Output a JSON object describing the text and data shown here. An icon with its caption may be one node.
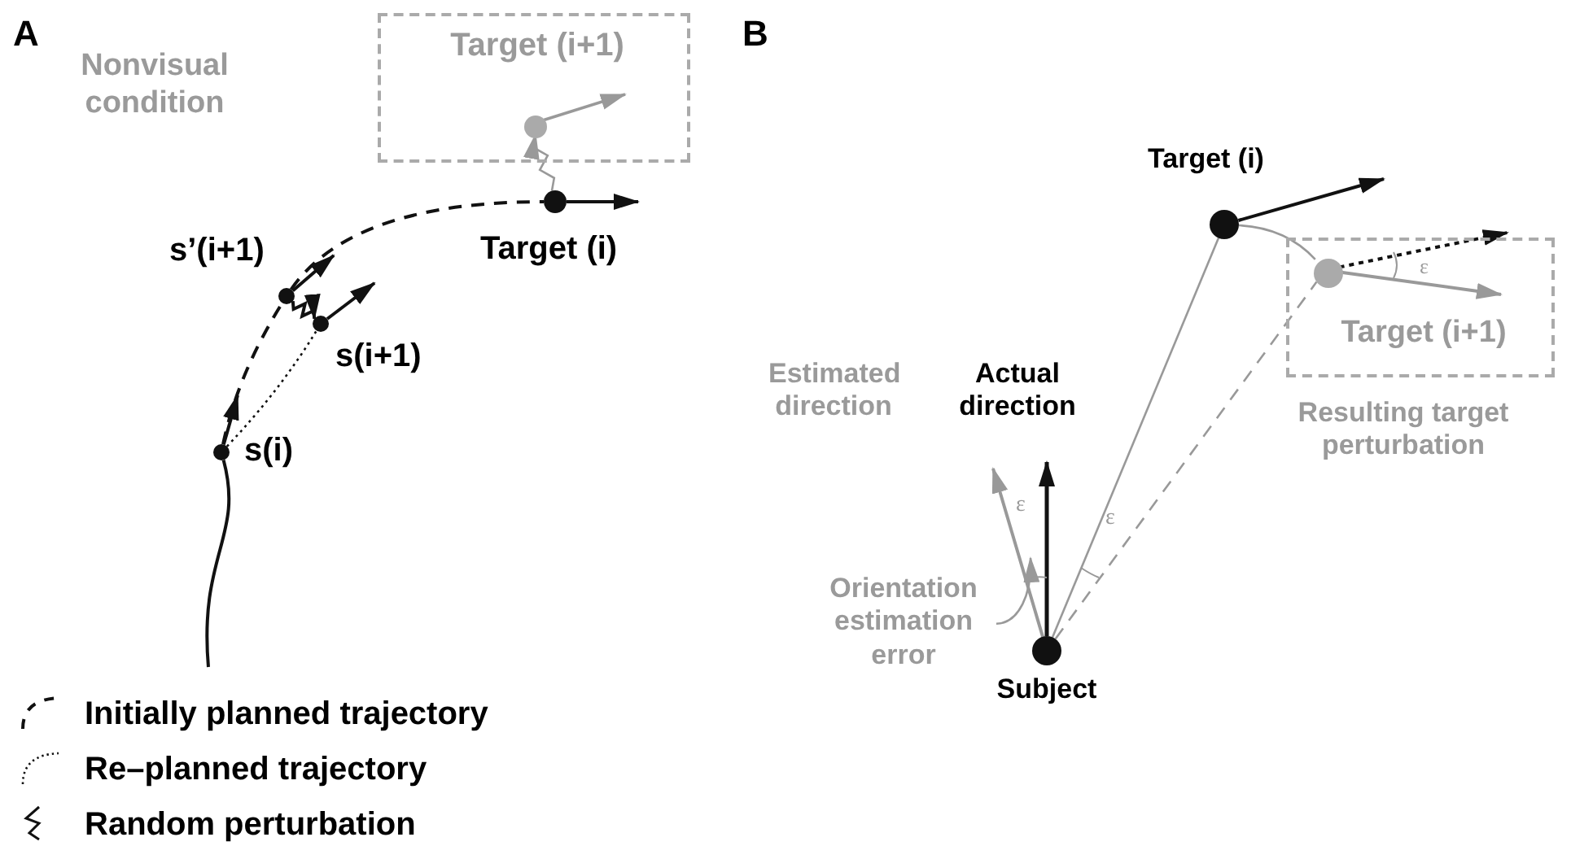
{
  "diagram": {
    "nodes": [
      {
        "text": [
          "Target (i+1)"
        ]
      },
      {
        "text": [],
        "shape": "circle",
        "in": 0
      },
      {
        "text": [],
        "shape": "circle",
        "beside": [
          "Target (i)"
        ]
      },
      {
        "text": [],
        "shape": "circle",
        "beside": [
          "s’(i+1)"
        ]
      },
      {
        "text": [],
        "shape": "circle",
        "beside": [
          "s(i+1)"
        ]
      },
      {
        "text": [],
        "shape": "circle",
        "beside": [
          "s(i)"
        ]
      },
      {
        "text": [],
        "shape": "circle",
        "beside": [
          "Target (i)"
        ]
      },
      {
        "text": [
          "Target (i+1)"
        ],
        "beside": [
          "Resulting target perturbation"
        ]
      },
      {
        "text": [],
        "shape": "circle",
        "in": 7
      },
      {
        "text": [],
        "shape": "circle",
        "beside": [
          "Subject"
        ]
      },
      {
        "text": [
          "Orientation estimation error"
        ]
      }
    ],
    "edges": [
      {
        "from": 5,
        "to": 3,
        "arrow": "none",
        "style": "dashed"
      },
      {
        "from": 3,
        "to": 2,
        "arrow": "none",
        "style": "dashed"
      },
      {
        "from": 5,
        "to": 4,
        "arrow": "none",
        "style": "dashed"
      },
      {
        "from": 3,
        "to": 4,
        "arrow": "to"
      },
      {
        "from": 2,
        "to": 1,
        "arrow": "to",
        "color": "#999999"
      },
      {
        "from": null,
        "to": 5,
        "arrow": "none"
      },
      {
        "from": 9,
        "to": 6,
        "arrow": "none",
        "color": "#999999"
      },
      {
        "from": 9,
        "to": 8,
        "arrow": "none",
        "style": "dashed",
        "color": "#999999"
      },
      {
        "from": 6,
        "to": 8,
        "arrow": "none",
        "color": "#999999"
      },
      {
        "from": 10,
        "to": null,
        "arrow": "to",
        "color": "#999999"
      },
      {
        "from": 2,
        "to": null,
        "arrow": "to"
      },
      {
        "from": 1,
        "to": null,
        "arrow": "to",
        "color": "#999999"
      },
      {
        "from": 3,
        "to": null,
        "arrow": "to"
      },
      {
        "from": 4,
        "to": null,
        "arrow": "to"
      },
      {
        "from": 5,
        "to": null,
        "arrow": "to"
      },
      {
        "from": 6,
        "to": null,
        "arrow": "to"
      },
      {
        "from": 8,
        "to": null,
        "arrow": "to",
        "style": "dashed"
      },
      {
        "from": 8,
        "to": null,
        "arrow": "to",
        "color": "#999999"
      },
      {
        "from": 9,
        "to": null,
        "arrow": "to"
      },
      {
        "from": 9,
        "to": null,
        "arrow": "to",
        "color": "#999999"
      }
    ],
    "labels": [
      "A",
      "Nonvisual condition",
      "B",
      "Estimated direction",
      "Actual direction",
      "ε",
      "ε",
      "ε"
    ],
    "legend": [
      {
        "text": "Initially planned trajectory"
      },
      {
        "text": "Re–planned trajectory"
      },
      {
        "text": "Random perturbation"
      }
    ]
  }
}
